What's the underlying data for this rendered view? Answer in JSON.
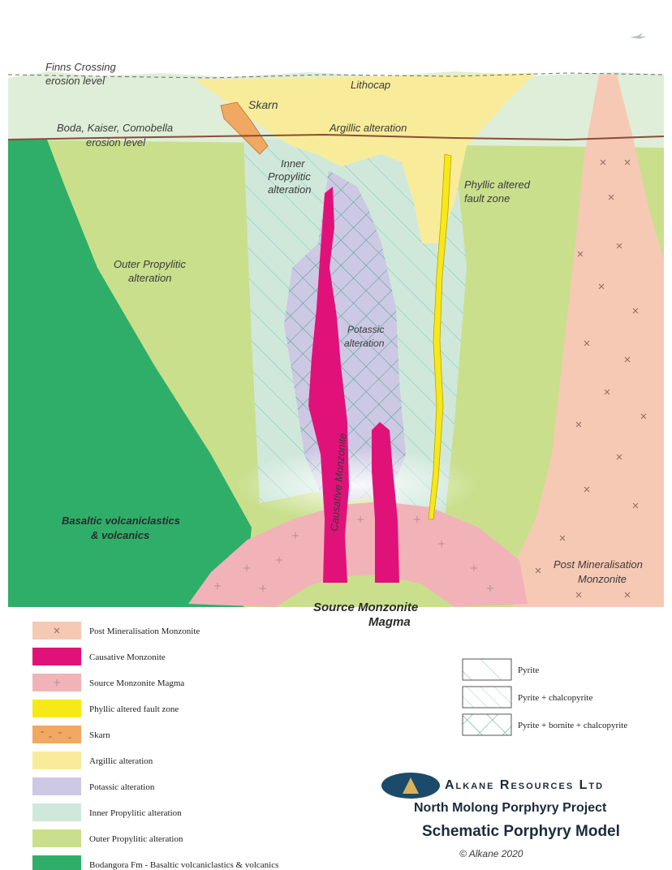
{
  "diagram": {
    "labels": {
      "finns_crossing": [
        "Finns Crossing",
        "erosion level"
      ],
      "lithocap": "Lithocap",
      "skarn": "Skarn",
      "argillic": "Argillic alteration",
      "boda": [
        "Boda, Kaiser, Comobella",
        "erosion level"
      ],
      "inner_propylitic": [
        "Inner",
        "Propylitic",
        "alteration"
      ],
      "phyllic": [
        "Phyllic altered",
        "fault zone"
      ],
      "outer_propylitic": [
        "Outer Propylitic",
        "alteration"
      ],
      "potassic": [
        "Potassic",
        "alteration"
      ],
      "causative": "Causative Monzonite",
      "basaltic": [
        "Basaltic volcaniclastics",
        "& volcanics"
      ],
      "post_min": [
        "Post Mineralisation",
        "Monzonite"
      ],
      "source": [
        "Source Monzonite",
        "Magma"
      ]
    },
    "colors": {
      "outer_propylitic": "#c9df8c",
      "inner_propylitic": "#cfe8da",
      "basaltic": "#2fae6a",
      "potassic": "#cdc8e4",
      "argillic": "#f8ec9a",
      "skarn": "#f0a862",
      "phyllic": "#f7e81a",
      "causative": "#e0127a",
      "source": "#f2b3b8",
      "post_min": "#f6c9b4",
      "overburden": "#dfeed8",
      "hatch": "#7fc9be",
      "crosshatch": "#3aa888"
    }
  },
  "legend": {
    "left": [
      {
        "label": "Post Mineralisation Monzonite",
        "color": "#f6c9b4",
        "pattern": "x"
      },
      {
        "label": "Causative Monzonite",
        "color": "#e0127a",
        "pattern": "none"
      },
      {
        "label": "Source Monzonite Magma",
        "color": "#f2b3b8",
        "pattern": "plus"
      },
      {
        "label": "Phyllic altered fault zone",
        "color": "#f7e81a",
        "pattern": "none"
      },
      {
        "label": "Skarn",
        "color": "#f0a862",
        "pattern": "dots"
      },
      {
        "label": "Argillic alteration",
        "color": "#f8ec9a",
        "pattern": "none"
      },
      {
        "label": "Potassic alteration",
        "color": "#cdc8e4",
        "pattern": "none"
      },
      {
        "label": "Inner Propylitic alteration",
        "color": "#cfe8da",
        "pattern": "none"
      },
      {
        "label": "Outer Propylitic alteration",
        "color": "#c9df8c",
        "pattern": "none"
      },
      {
        "label": "Bodangora Fm - Basaltic volcaniclastics & volcanics",
        "color": "#2fae6a",
        "pattern": "none"
      }
    ],
    "right": [
      {
        "label": "Pyrite",
        "pattern": "sparse-hatch"
      },
      {
        "label": "Pyrite + chalcopyrite",
        "pattern": "hatch"
      },
      {
        "label": "Pyrite + bornite + chalcopyrite",
        "pattern": "crosshatch"
      }
    ]
  },
  "branding": {
    "company": "Alkane Resources Ltd",
    "project": "North Molong Porphyry Project",
    "title": "Schematic Porphyry Model",
    "copyright": "© Alkane 2020"
  }
}
